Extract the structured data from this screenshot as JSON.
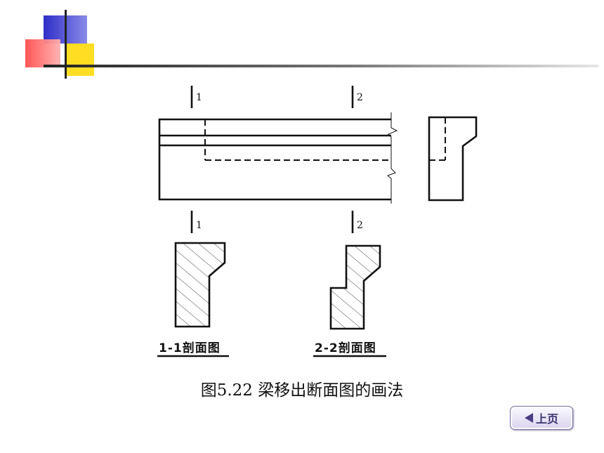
{
  "figure": {
    "section_marks": [
      "1",
      "2"
    ],
    "section_titles": [
      "1-1剖面图",
      "2-2剖面图"
    ],
    "caption": "图5.22  梁移出断面图的画法"
  },
  "nav": {
    "prev_label": "上页",
    "prev_icon": "left-triangle-icon"
  },
  "colors": {
    "logo_blue": "#3333cc",
    "logo_red": "#ff5555",
    "logo_yellow": "#ffdd22",
    "rule_dark": "#222222"
  }
}
